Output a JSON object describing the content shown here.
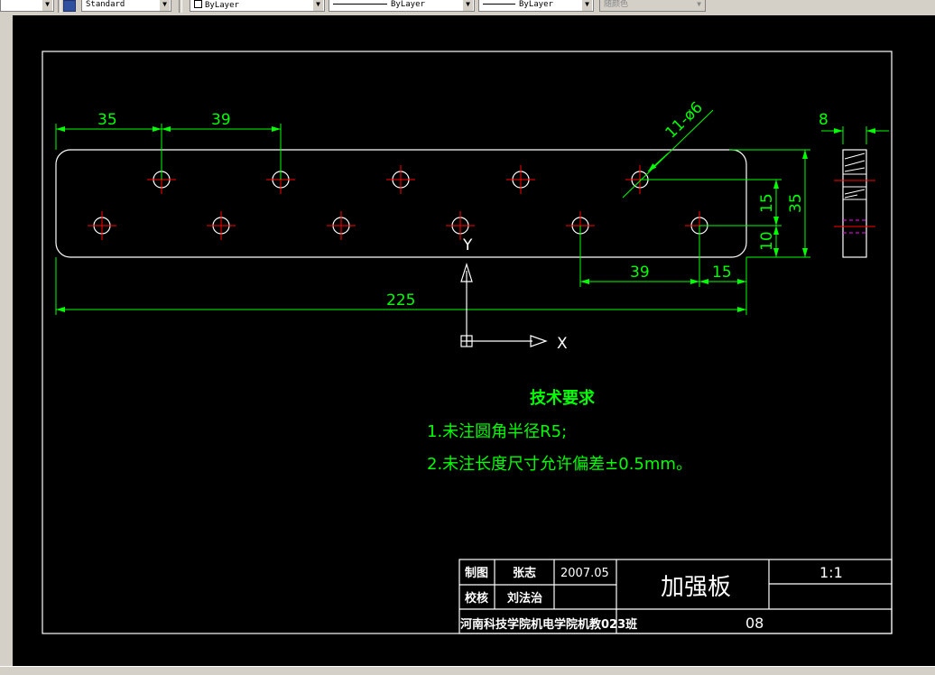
{
  "toolbar": {
    "text_style": "Standard",
    "layer": "ByLayer",
    "linetype": "ByLayer",
    "lineweight": "ByLayer",
    "plot_style": "随颜色"
  },
  "drawing": {
    "dims": {
      "d35_top": "35",
      "d39_top": "39",
      "holes": "11-ø6",
      "d8": "8",
      "d15_right": "15",
      "d35_right": "35",
      "d10_right": "10",
      "d39_bottom": "39",
      "d15_bottom": "15",
      "d225": "225"
    },
    "ucs": {
      "x_label": "X",
      "y_label": "Y"
    },
    "notes": {
      "title": "技术要求",
      "item1": "1.未注圆角半径R5;",
      "item2": "2.未注长度尺寸允许偏差±0.5mm。"
    },
    "title_block": {
      "drawn_label": "制图",
      "drawn_by": "张志",
      "date": "2007.05",
      "checked_label": "校核",
      "checked_by": "刘法治",
      "part_name": "加强板",
      "scale": "1:1",
      "school": "河南科技学院机电学院机教023班",
      "drawing_no": "08"
    }
  },
  "colors": {
    "background": "#000000",
    "outline": "#ffffff",
    "dimension": "#00ff00",
    "centerline": "#ff0000",
    "hidden": "#ff00ff"
  }
}
